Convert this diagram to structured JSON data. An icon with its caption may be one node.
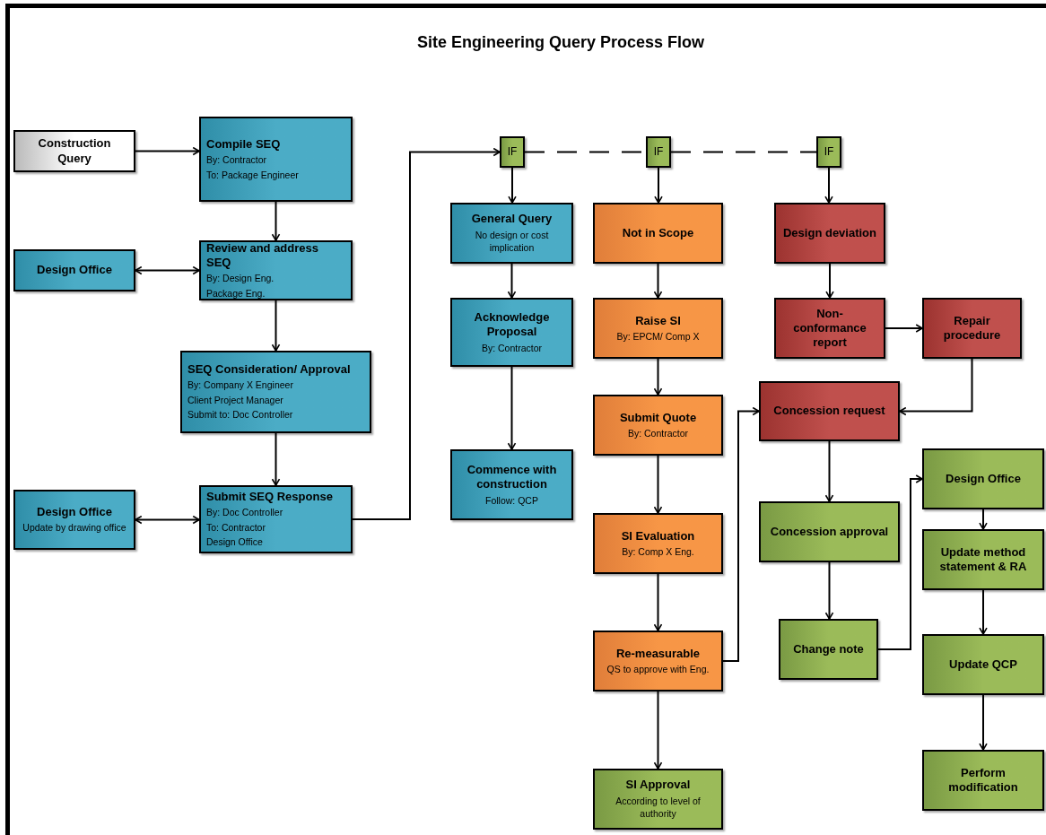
{
  "diagram": {
    "title": "Site Engineering Query Process Flow",
    "nodes": [
      {
        "text": [
          "Construction Query"
        ]
      },
      {
        "text": [
          "Compile SEQ",
          "By: Contractor",
          "To: Package Engineer"
        ]
      },
      {
        "text": [
          "Design Office"
        ]
      },
      {
        "text": [
          "Review and address SEQ",
          "By: Design Eng.",
          "Package Eng."
        ]
      },
      {
        "text": [
          "SEQ Consideration/ Approval",
          "By: Company X Engineer",
          "Client Project Manager",
          "Submit to: Doc Controller"
        ]
      },
      {
        "text": [
          "Design Office",
          "Update by drawing office"
        ]
      },
      {
        "text": [
          "Submit SEQ Response",
          "By: Doc Controller",
          "To: Contractor",
          "Design Office"
        ]
      },
      {
        "text": [
          "IF"
        ]
      },
      {
        "text": [
          "IF"
        ]
      },
      {
        "text": [
          "IF"
        ]
      },
      {
        "text": [
          "General Query",
          "No design or cost implication"
        ]
      },
      {
        "text": [
          "Not in Scope"
        ]
      },
      {
        "text": [
          "Design deviation"
        ]
      },
      {
        "text": [
          "Acknowledge Proposal",
          "By: Contractor"
        ]
      },
      {
        "text": [
          "Raise SI",
          "By: EPCM/ Comp X"
        ]
      },
      {
        "text": [
          "Non-conformance report"
        ]
      },
      {
        "text": [
          "Repair procedure"
        ]
      },
      {
        "text": [
          "Submit Quote",
          "By: Contractor"
        ]
      },
      {
        "text": [
          "Commence with construction",
          "Follow: QCP"
        ]
      },
      {
        "text": [
          "Concession request"
        ]
      },
      {
        "text": [
          "Design Office"
        ]
      },
      {
        "text": [
          "SI Evaluation",
          "By: Comp X Eng."
        ]
      },
      {
        "text": [
          "Concession approval"
        ]
      },
      {
        "text": [
          "Update method statement & RA"
        ]
      },
      {
        "text": [
          "Re-measurable",
          "QS to approve with Eng."
        ]
      },
      {
        "text": [
          "Change note"
        ]
      },
      {
        "text": [
          "Update QCP"
        ]
      },
      {
        "text": [
          "SI Approval",
          "According to level of authority"
        ]
      },
      {
        "text": [
          "Perform modification"
        ]
      }
    ],
    "edges": [
      {
        "from": 0,
        "to": 1,
        "arrow": "to"
      },
      {
        "from": 1,
        "to": 3,
        "arrow": "to"
      },
      {
        "from": 2,
        "to": 3,
        "arrow": "both"
      },
      {
        "from": 3,
        "to": 4,
        "arrow": "to"
      },
      {
        "from": 4,
        "to": 6,
        "arrow": "to"
      },
      {
        "from": 5,
        "to": 6,
        "arrow": "both"
      },
      {
        "from": 6,
        "to": 7,
        "arrow": "to"
      },
      {
        "from": 7,
        "to": 8,
        "arrow": "none",
        "style": "dashed"
      },
      {
        "from": 8,
        "to": 9,
        "arrow": "none",
        "style": "dashed"
      },
      {
        "from": 7,
        "to": 10,
        "arrow": "to"
      },
      {
        "from": 8,
        "to": 11,
        "arrow": "to"
      },
      {
        "from": 9,
        "to": 12,
        "arrow": "to"
      },
      {
        "from": 10,
        "to": 13,
        "arrow": "to"
      },
      {
        "from": 11,
        "to": 14,
        "arrow": "to"
      },
      {
        "from": 12,
        "to": 15,
        "arrow": "to"
      },
      {
        "from": 15,
        "to": 16,
        "arrow": "to"
      },
      {
        "from": 13,
        "to": 18,
        "arrow": "to"
      },
      {
        "from": 14,
        "to": 17,
        "arrow": "to"
      },
      {
        "from": 16,
        "to": 19,
        "arrow": "to"
      },
      {
        "from": 17,
        "to": 21,
        "arrow": "to"
      },
      {
        "from": 19,
        "to": 22,
        "arrow": "to"
      },
      {
        "from": 21,
        "to": 24,
        "arrow": "to"
      },
      {
        "from": 24,
        "to": 19,
        "arrow": "to"
      },
      {
        "from": 22,
        "to": 25,
        "arrow": "to"
      },
      {
        "from": 25,
        "to": 20,
        "arrow": "to"
      },
      {
        "from": 20,
        "to": 23,
        "arrow": "to"
      },
      {
        "from": 23,
        "to": 26,
        "arrow": "to"
      },
      {
        "from": 24,
        "to": 27,
        "arrow": "to"
      },
      {
        "from": 26,
        "to": 28,
        "arrow": "to"
      }
    ]
  }
}
